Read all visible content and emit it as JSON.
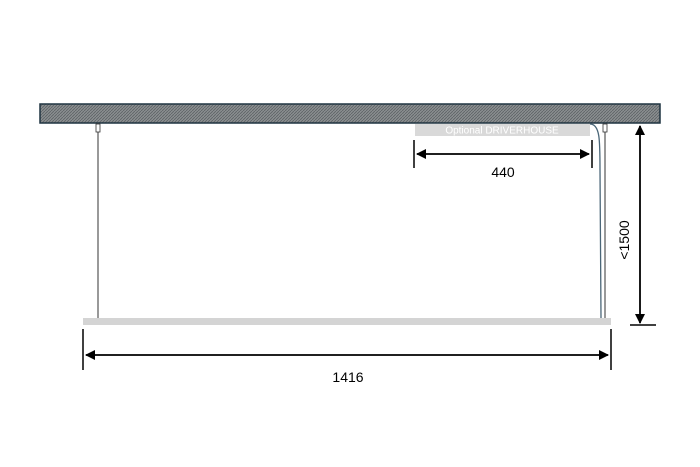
{
  "diagram": {
    "driverhouse_label": "Optional DRIVERHOUSE",
    "dim_width": "1416",
    "dim_driverhouse": "440",
    "dim_height": "<1500",
    "colors": {
      "ceiling_fill": "#7a7f82",
      "ceiling_border": "#1f3340",
      "driverhouse_fill": "#d9d9d9",
      "fixture_fill": "#d4d4d4",
      "cable": "#4a6678",
      "dimension": "#000000"
    }
  }
}
